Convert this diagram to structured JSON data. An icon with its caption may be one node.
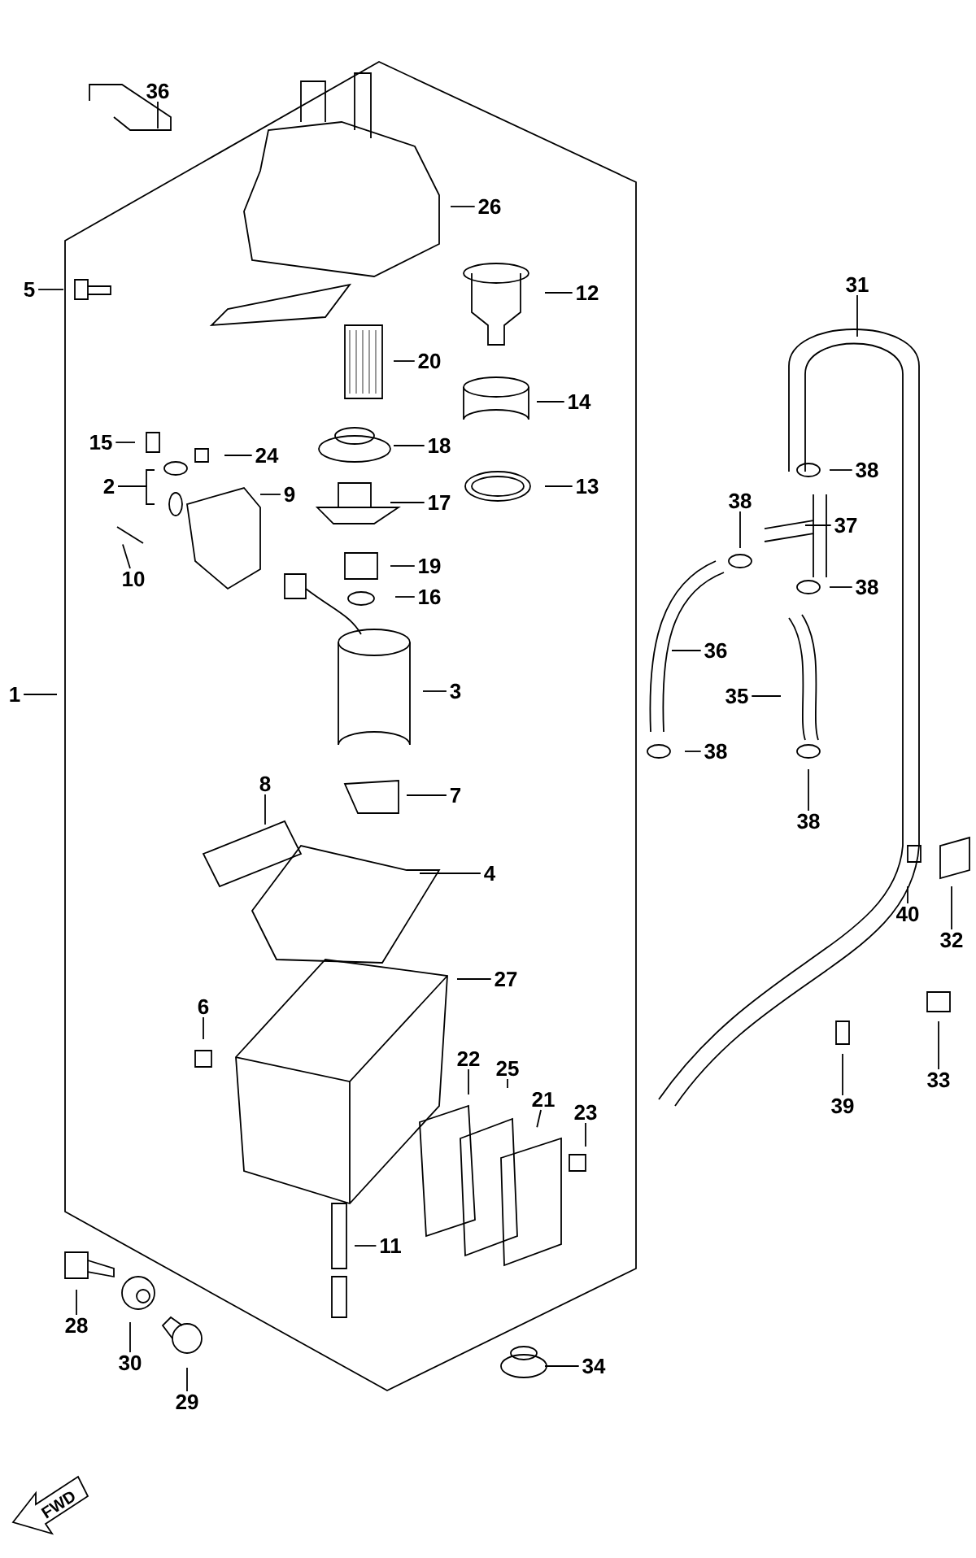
{
  "diagram": {
    "nodes": [
      {
        "text": [
          "36"
        ]
      },
      {
        "text": [
          "26"
        ]
      },
      {
        "text": [
          "31"
        ]
      },
      {
        "text": [
          "5"
        ]
      },
      {
        "text": [
          "12"
        ]
      },
      {
        "text": [
          "20"
        ]
      },
      {
        "text": [
          "14"
        ]
      },
      {
        "text": [
          "15"
        ]
      },
      {
        "text": [
          "18"
        ]
      },
      {
        "text": [
          "24"
        ]
      },
      {
        "text": [
          "38"
        ]
      },
      {
        "text": [
          "13"
        ]
      },
      {
        "text": [
          "2"
        ]
      },
      {
        "text": [
          "9"
        ]
      },
      {
        "text": [
          "38"
        ]
      },
      {
        "text": [
          "17"
        ]
      },
      {
        "text": [
          "37"
        ]
      },
      {
        "text": [
          "10"
        ]
      },
      {
        "text": [
          "19"
        ]
      },
      {
        "text": [
          "38"
        ]
      },
      {
        "text": [
          "16"
        ]
      },
      {
        "text": [
          "36"
        ]
      },
      {
        "text": [
          "3"
        ]
      },
      {
        "text": [
          "1"
        ]
      },
      {
        "text": [
          "35"
        ]
      },
      {
        "text": [
          "38"
        ]
      },
      {
        "text": [
          "8"
        ]
      },
      {
        "text": [
          "7"
        ]
      },
      {
        "text": [
          "38"
        ]
      },
      {
        "text": [
          "4"
        ]
      },
      {
        "text": [
          "40"
        ]
      },
      {
        "text": [
          "32"
        ]
      },
      {
        "text": [
          "27"
        ]
      },
      {
        "text": [
          "6"
        ]
      },
      {
        "text": [
          "22"
        ]
      },
      {
        "text": [
          "25"
        ]
      },
      {
        "text": [
          "33"
        ]
      },
      {
        "text": [
          "21"
        ]
      },
      {
        "text": [
          "39"
        ]
      },
      {
        "text": [
          "23"
        ]
      },
      {
        "text": [
          "11"
        ]
      },
      {
        "text": [
          "28"
        ]
      },
      {
        "text": [
          "30"
        ]
      },
      {
        "text": [
          "34"
        ]
      },
      {
        "text": [
          "29"
        ]
      }
    ],
    "edges": [
      {
        "from": 0,
        "to": null,
        "arrow": "none"
      },
      {
        "from": 1,
        "to": null,
        "arrow": "none"
      },
      {
        "from": 2,
        "to": null,
        "arrow": "none"
      },
      {
        "from": 3,
        "to": null,
        "arrow": "none"
      },
      {
        "from": 4,
        "to": null,
        "arrow": "none"
      },
      {
        "from": 5,
        "to": null,
        "arrow": "none"
      },
      {
        "from": 6,
        "to": null,
        "arrow": "none"
      },
      {
        "from": 7,
        "to": null,
        "arrow": "none"
      },
      {
        "from": 8,
        "to": null,
        "arrow": "none"
      },
      {
        "from": 9,
        "to": null,
        "arrow": "none"
      },
      {
        "from": 10,
        "to": null,
        "arrow": "none"
      },
      {
        "from": 11,
        "to": null,
        "arrow": "none"
      },
      {
        "from": 12,
        "to": null,
        "arrow": "none"
      },
      {
        "from": 12,
        "to": null,
        "arrow": "none"
      },
      {
        "from": 13,
        "to": null,
        "arrow": "none"
      },
      {
        "from": 14,
        "to": null,
        "arrow": "none"
      },
      {
        "from": 15,
        "to": null,
        "arrow": "none"
      },
      {
        "from": 16,
        "to": null,
        "arrow": "none"
      },
      {
        "from": 17,
        "to": null,
        "arrow": "none"
      },
      {
        "from": 18,
        "to": null,
        "arrow": "none"
      },
      {
        "from": 19,
        "to": null,
        "arrow": "none"
      },
      {
        "from": 20,
        "to": null,
        "arrow": "none"
      },
      {
        "from": 21,
        "to": null,
        "arrow": "none"
      },
      {
        "from": 22,
        "to": null,
        "arrow": "none"
      },
      {
        "from": 23,
        "to": null,
        "arrow": "none"
      },
      {
        "from": 24,
        "to": null,
        "arrow": "none"
      },
      {
        "from": 25,
        "to": null,
        "arrow": "none"
      },
      {
        "from": 26,
        "to": null,
        "arrow": "none"
      },
      {
        "from": 27,
        "to": null,
        "arrow": "none"
      },
      {
        "from": 28,
        "to": null,
        "arrow": "none"
      },
      {
        "from": 29,
        "to": null,
        "arrow": "none"
      },
      {
        "from": 30,
        "to": null,
        "arrow": "none"
      },
      {
        "from": 31,
        "to": null,
        "arrow": "none"
      },
      {
        "from": 32,
        "to": null,
        "arrow": "none"
      },
      {
        "from": 33,
        "to": null,
        "arrow": "none"
      },
      {
        "from": 34,
        "to": null,
        "arrow": "none"
      },
      {
        "from": 35,
        "to": null,
        "arrow": "none"
      },
      {
        "from": 36,
        "to": null,
        "arrow": "none"
      },
      {
        "from": 37,
        "to": null,
        "arrow": "none"
      },
      {
        "from": 38,
        "to": null,
        "arrow": "none"
      },
      {
        "from": 39,
        "to": null,
        "arrow": "none"
      },
      {
        "from": 40,
        "to": null,
        "arrow": "none"
      },
      {
        "from": 41,
        "to": null,
        "arrow": "none"
      },
      {
        "from": 42,
        "to": null,
        "arrow": "none"
      },
      {
        "from": 43,
        "to": null,
        "arrow": "none"
      },
      {
        "from": 44,
        "to": null,
        "arrow": "none"
      }
    ],
    "labels": [
      "FWD"
    ]
  }
}
